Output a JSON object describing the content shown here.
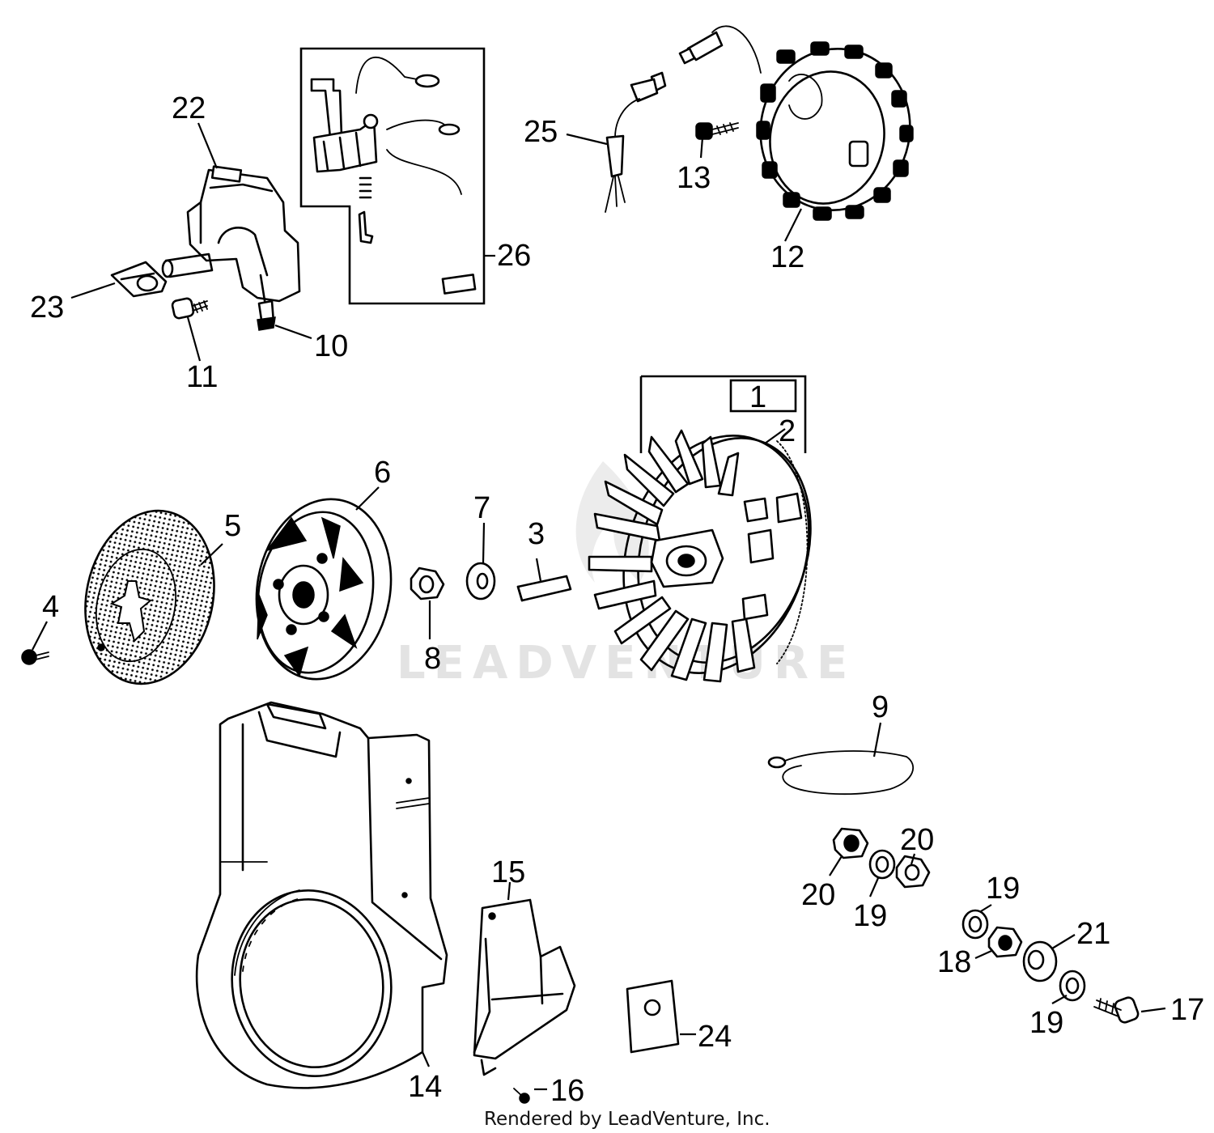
{
  "watermark": "LEADVENTURE",
  "credit": "Rendered by LeadVenture, Inc.",
  "callouts": {
    "p1": "1",
    "p2": "2",
    "p3": "3",
    "p4": "4",
    "p5": "5",
    "p6": "6",
    "p7": "7",
    "p8": "8",
    "p9": "9",
    "p10": "10",
    "p11": "11",
    "p12": "12",
    "p13": "13",
    "p14": "14",
    "p15": "15",
    "p16": "16",
    "p17": "17",
    "p18": "18",
    "p19a": "19",
    "p19b": "19",
    "p19c": "19",
    "p20a": "20",
    "p20b": "20",
    "p21": "21",
    "p22": "22",
    "p23": "23",
    "p24": "24",
    "p25": "25",
    "p26": "26"
  }
}
